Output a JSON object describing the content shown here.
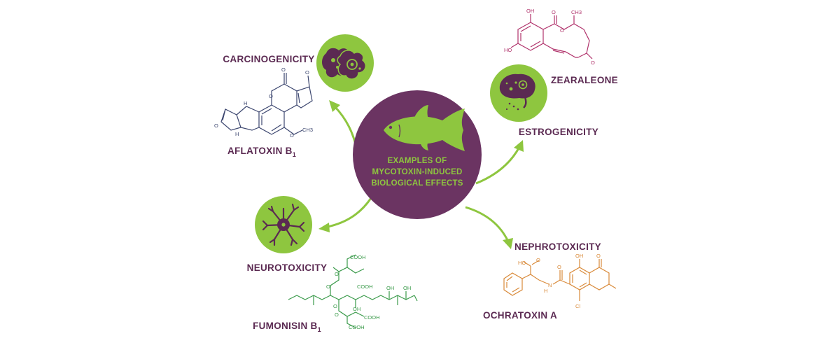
{
  "center": {
    "line1": "EXAMPLES OF",
    "line2": "MYCOTOXIN-INDUCED",
    "line3": "BIOLOGICAL EFFECTS"
  },
  "effects": {
    "carcinogenicity": "CARCINOGENICITY",
    "estrogenicity": "ESTROGENICITY",
    "neurotoxicity": "NEUROTOXICITY",
    "nephrotoxicity": "NEPHROTOXICITY"
  },
  "toxins": {
    "aflatoxin": {
      "name": "AFLATOXIN B",
      "sub": "1"
    },
    "zearaleone": {
      "name": "ZEARALEONE"
    },
    "fumonisin": {
      "name": "FUMONISIN B",
      "sub": "1"
    },
    "ochratoxin": {
      "name": "OCHRATOXIN A"
    }
  },
  "atoms": {
    "aflatoxin": {
      "o1": "O",
      "o2": "O",
      "o3": "O",
      "o4": "O",
      "o5": "O",
      "h1": "H",
      "h2": "H",
      "ch3": "CH3"
    },
    "zearaleone": {
      "oh1": "OH",
      "oh2": "HO",
      "o1": "O",
      "o2": "O",
      "ch3": "CH3",
      "o3": "O"
    },
    "fumonisin": {
      "cooh1": "COOH",
      "cooh2": "COOH",
      "cooh3": "COOH",
      "cooh4": "COOH",
      "oh1": "OH",
      "oh2": "OH",
      "oh3": "OH",
      "o1": "O",
      "o2": "O",
      "o3": "O",
      "o4": "O"
    },
    "ochratoxin": {
      "cooh": "HO",
      "o1": "O",
      "oh": "OH",
      "o2": "O",
      "o3": "O",
      "nh": "N",
      "h": "H",
      "cl": "Cl"
    }
  },
  "colors": {
    "purple": "#6b3462",
    "green": "#8ec63f",
    "label": "#5b2a52",
    "aflatoxin": "#3d4770",
    "zearaleone": "#b0326b",
    "fumonisin": "#3a9a4a",
    "ochratoxin": "#d98a3a"
  }
}
